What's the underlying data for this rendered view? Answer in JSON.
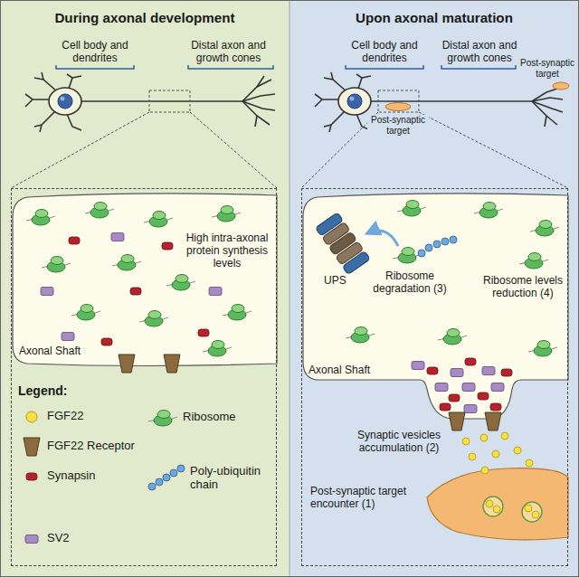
{
  "diagram": {
    "nodes": [
      {
        "text": [
          "During axonal development"
        ]
      },
      {
        "text": [
          "Upon axonal maturation"
        ]
      },
      {
        "text": [
          "High intra-axonal protein synthesis levels",
          "Axonal Shaft"
        ],
        "in": 0
      },
      {
        "text": [
          "Ribosome degradation (3)",
          "Ribosome levels reduction (4)",
          "Axonal Shaft",
          "Synaptic vesicles accumulation (2)",
          "Post-synaptic target encounter (1)"
        ],
        "in": 1
      }
    ],
    "labels": [
      "Cell body and dendrites",
      "Distal axon and growth cones",
      "Cell body and dendrites",
      "Distal axon and growth cones",
      "Post-synaptic target",
      "Post-synaptic target",
      "UPS",
      "Legend:"
    ],
    "legend": [
      {
        "text": "FGF22"
      },
      {
        "text": "Ribosome"
      },
      {
        "text": "FGF22 Receptor"
      },
      {
        "text": "Synapsin"
      },
      {
        "text": "Poly-ubiquitin chain"
      },
      {
        "text": "SV2"
      }
    ]
  }
}
